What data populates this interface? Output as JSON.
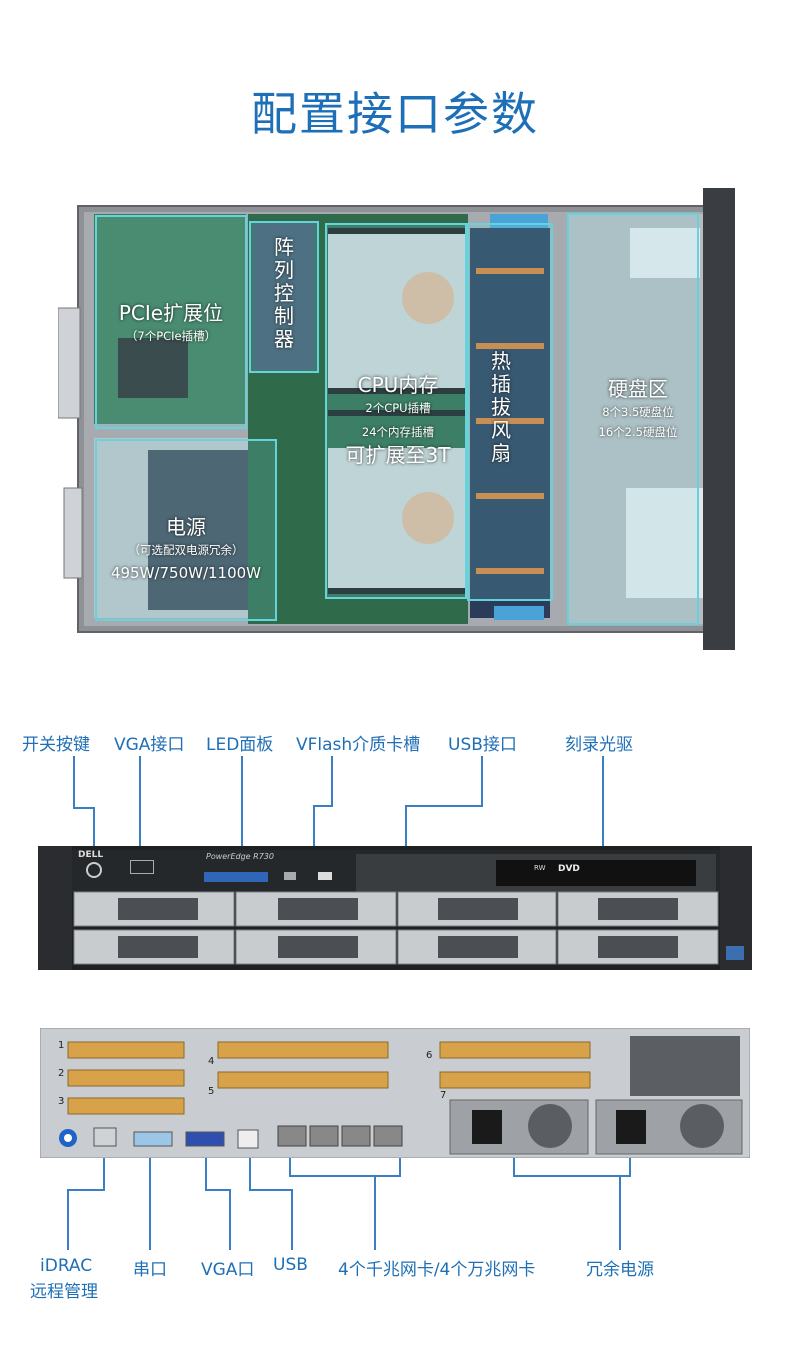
{
  "title": "配置接口参数",
  "top_view": {
    "pcie": {
      "label": "PCIe扩展位",
      "sub": "（7个PCIe插槽）"
    },
    "raid": {
      "label": "阵列控制器"
    },
    "cpu": {
      "label": "CPU内存",
      "sub1": "2个CPU插槽",
      "sub2": "24个内存插槽",
      "sub3": "可扩展至3T"
    },
    "fan": {
      "label": "热插拔风扇"
    },
    "psu": {
      "label": "电源",
      "sub": "（可选配双电源冗余）",
      "watt": "495W/750W/1100W"
    },
    "disk": {
      "label": "硬盘区",
      "sub1": "8个3.5硬盘位",
      "sub2": "16个2.5硬盘位"
    }
  },
  "front_callouts": [
    "开关按键",
    "VGA接口",
    "LED面板",
    "VFlash介质卡槽",
    "USB接口",
    "刻录光驱"
  ],
  "front_panel": {
    "brand": "DELL",
    "model": "PowerEdge R730",
    "dvd": "DVD",
    "rw": "RW"
  },
  "rear_callouts": [
    "iDRAC",
    "远程管理",
    "串口",
    "VGA口",
    "USB",
    "4个千兆网卡/4个万兆网卡",
    "冗余电源"
  ],
  "rear_slot_numbers": [
    "1",
    "2",
    "3",
    "4",
    "5",
    "6",
    "7"
  ],
  "colors": {
    "accent": "#1d6fb8",
    "zone_border": "#5fd0d8",
    "leader": "#3a7fc4"
  }
}
